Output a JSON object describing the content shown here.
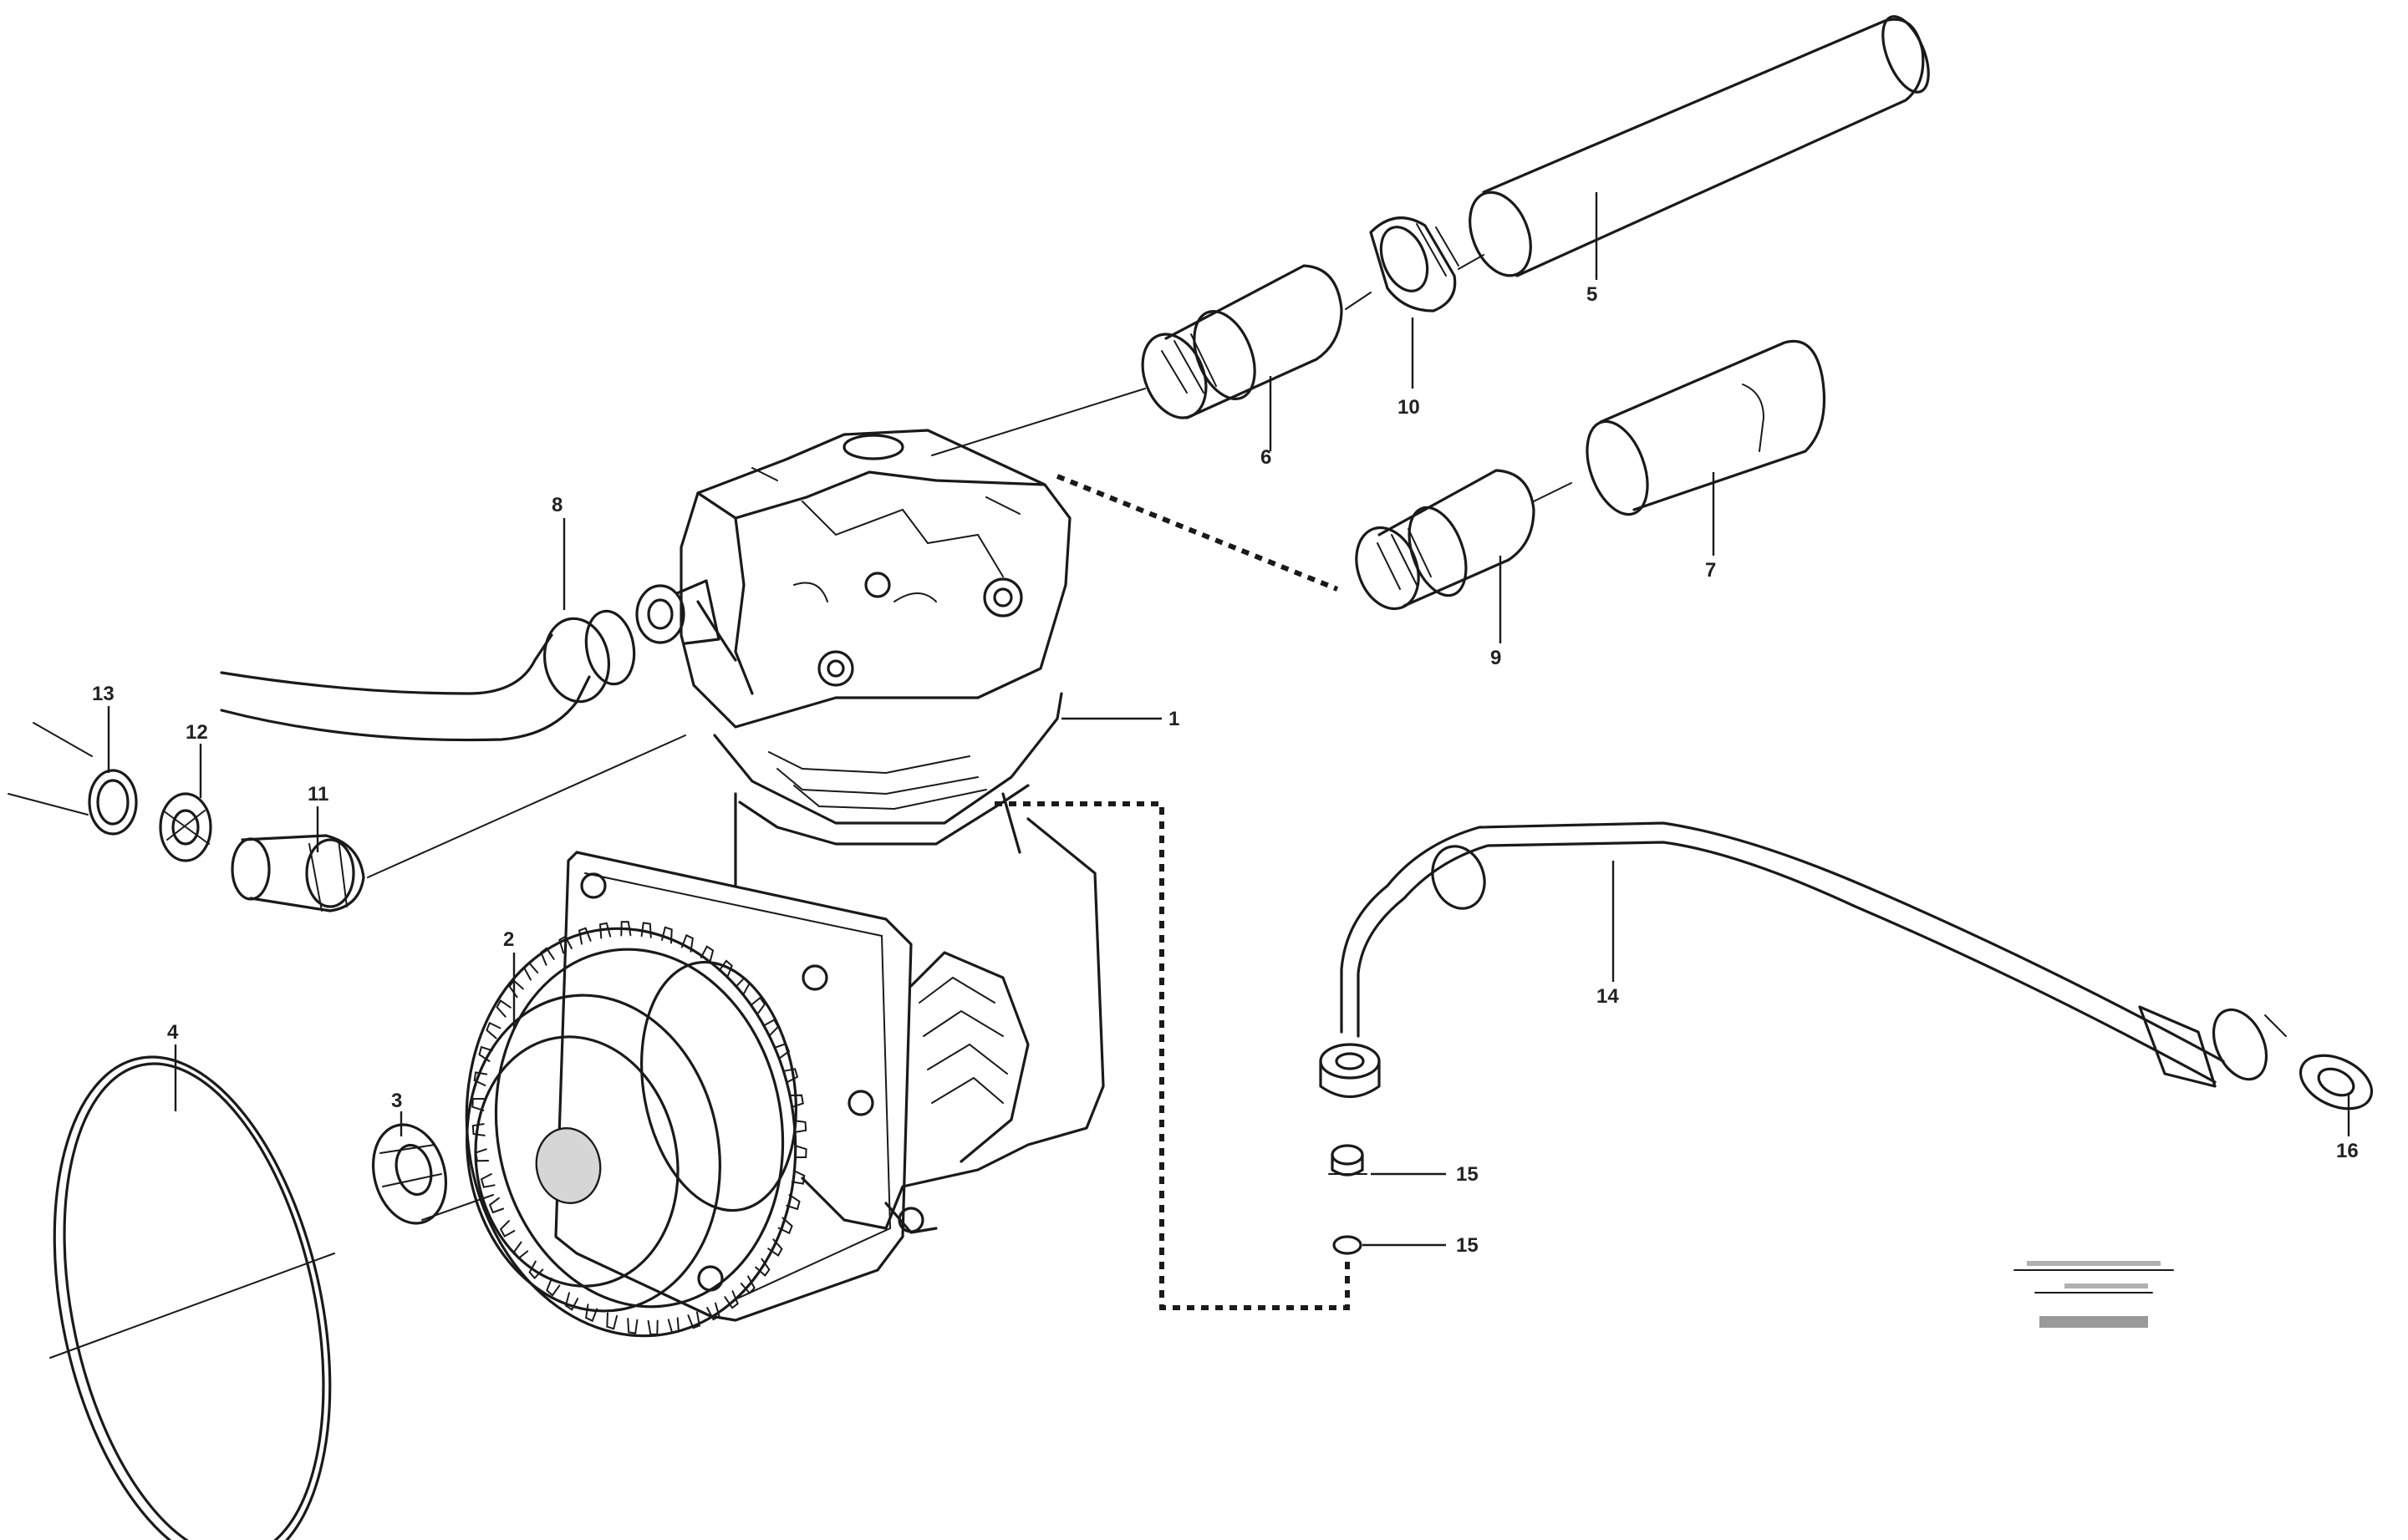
{
  "labels": {
    "item_1": "1",
    "item_2": "2",
    "item_3": "3",
    "item_4": "4",
    "item_5": "5",
    "item_6": "6",
    "item_7": "7",
    "item_8": "8",
    "item_9": "9",
    "item_10": "10",
    "item_11": "11",
    "item_12": "12",
    "item_13": "13",
    "item_14": "14",
    "item_15": "15",
    "item_16": "16"
  },
  "reference_block": {
    "line_1": "",
    "line_2": "",
    "code": ""
  }
}
